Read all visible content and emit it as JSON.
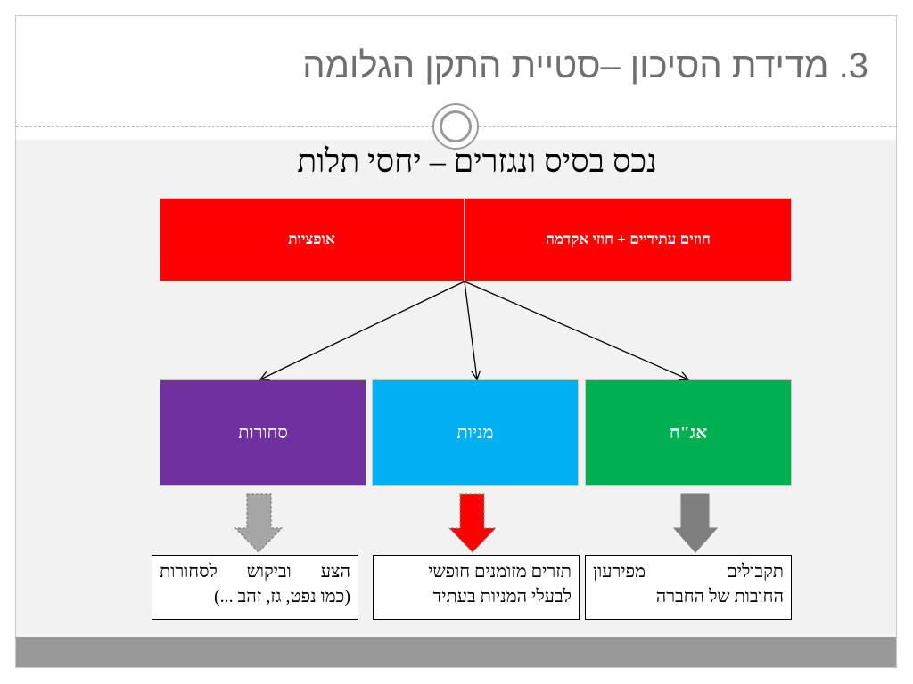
{
  "slide": {
    "title": "3. מדידת הסיכון –סטיית התקן הגלומה",
    "subtitle": "נכס בסיס ונגזרים – יחסי תלות"
  },
  "diagram": {
    "top": {
      "right_label": "חוזים עתידיים + חוזי אקדמה",
      "left_label": "אופציות",
      "color": "#ff0000"
    },
    "middle": [
      {
        "label": "אג\"ח",
        "color": "#00b050"
      },
      {
        "label": "מניות",
        "color": "#00b0f0"
      },
      {
        "label": "סחורות",
        "color": "#7030a0"
      }
    ],
    "down_arrows": [
      {
        "color": "#7f7f7f",
        "style": "solid"
      },
      {
        "color": "#ff0000",
        "style": "dashed-outline"
      },
      {
        "color": "#a6a6a6",
        "style": "dashed-outline"
      }
    ],
    "bottom": [
      {
        "line1": "תקבולים מפירעון",
        "line2": "החובות של החברה"
      },
      {
        "line1": "תזרים מזומנים חופשי",
        "line2": "לבעלי המניות בעתיד"
      },
      {
        "line1": "הצע וביקוש לסחורות",
        "line2": "(כמו נפט, גז, זהב ...)"
      }
    ]
  }
}
